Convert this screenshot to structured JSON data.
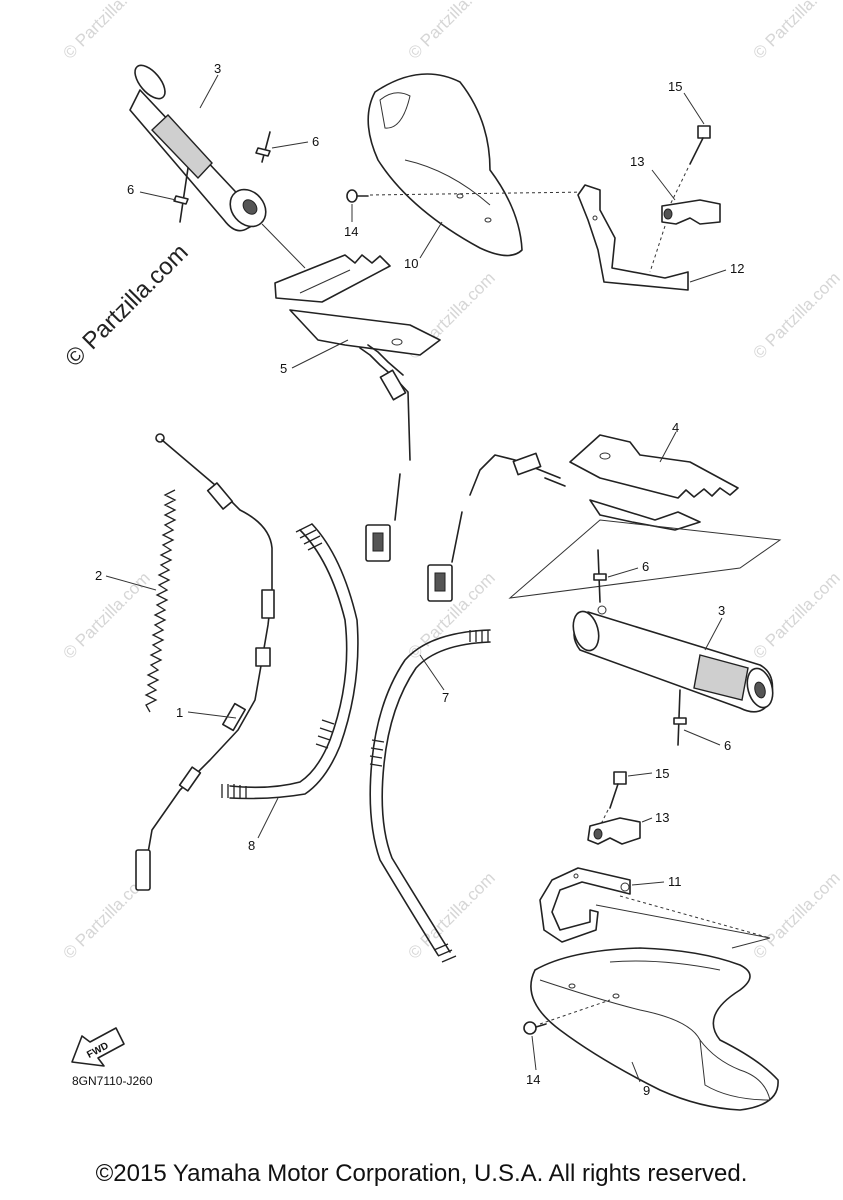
{
  "watermark_text": "© Partzilla.com",
  "diagram_code": "8GN7110-J260",
  "fwd_label": "FWD",
  "copyright": "©2015 Yamaha Motor Corporation, U.S.A. All rights reserved.",
  "callouts": {
    "grip_left": "3",
    "grip_right": "3",
    "rivet_a": "6",
    "rivet_b": "6",
    "rivet_c": "6",
    "rivet_d": "6",
    "heater_left": "5",
    "heater_right": "4",
    "guard_left": "10",
    "guard_right": "9",
    "bracket_left": "12",
    "bracket_right": "11",
    "holder_left": "13",
    "holder_right": "13",
    "bolt_left": "15",
    "bolt_right": "15",
    "screw_left": "14",
    "screw_right": "14",
    "throttle_cable": "1",
    "spring": "2",
    "hose_long": "7",
    "hose_short": "8"
  }
}
